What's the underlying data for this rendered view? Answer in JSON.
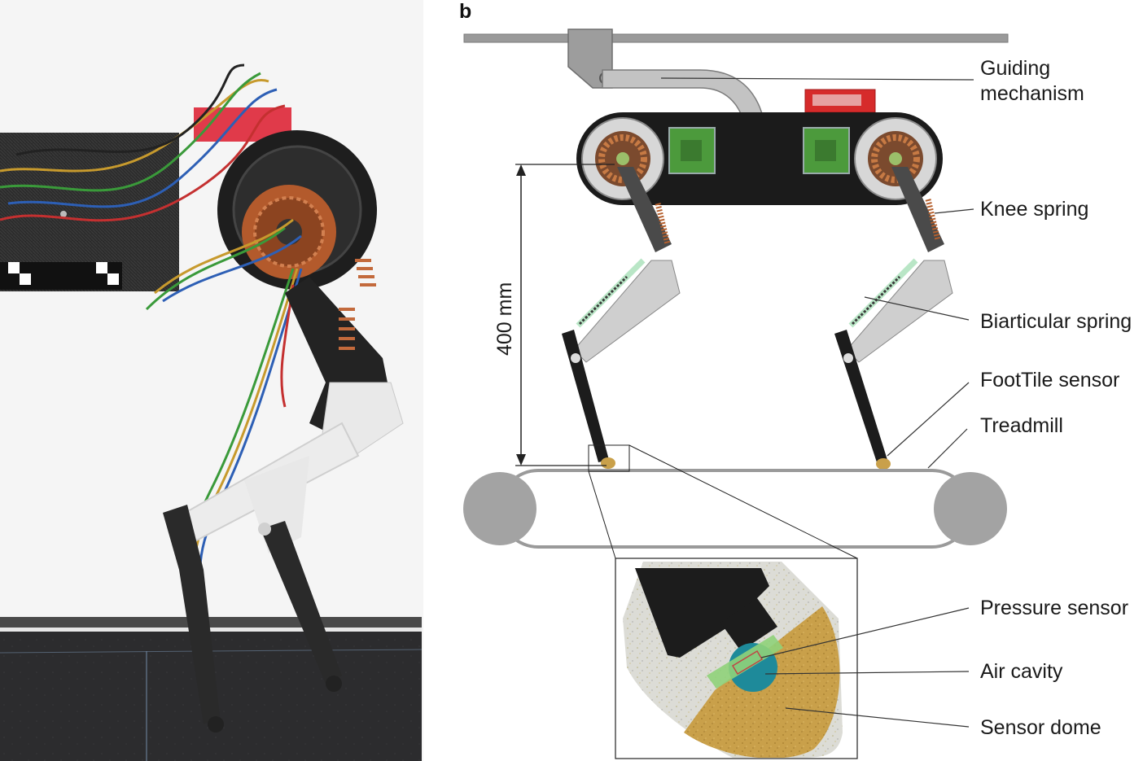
{
  "panel_b": {
    "letter": "b",
    "labels": {
      "guiding_line1": "Guiding",
      "guiding_line2": "mechanism",
      "knee_spring": "Knee spring",
      "biarticular_spring": "Biarticular spring",
      "foottile_sensor": "FootTile sensor",
      "treadmill": "Treadmill",
      "pressure_sensor": "Pressure sensor",
      "air_cavity": "Air cavity",
      "sensor_dome": "Sensor dome"
    },
    "dimension_label": "400 mm"
  },
  "colors": {
    "body": "#1b1b1b",
    "rail": "#9a9a9a",
    "leg_light": "#c8c8c8",
    "spring": "#b5602e",
    "dome": "#c9a04a",
    "cavity": "#1e8a9a",
    "pcb": "#4c9a3c",
    "pressure_sensor": "#8fd27a",
    "red_part": "#d62b2b"
  }
}
